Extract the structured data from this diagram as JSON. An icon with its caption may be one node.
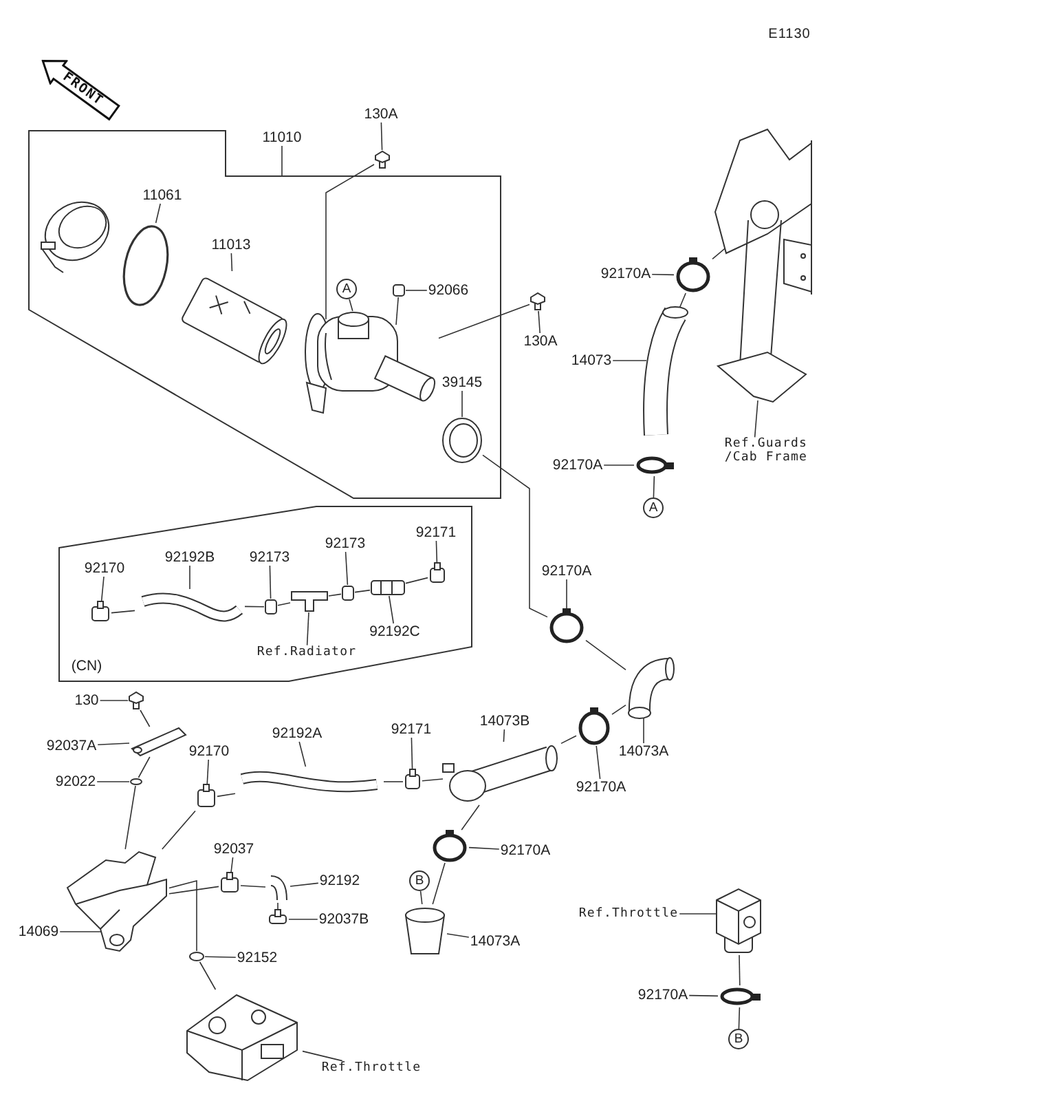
{
  "diagram": {
    "nodes": [
      {
        "text": [],
        "shape": "box"
      },
      {
        "text": [
          "130A"
        ]
      },
      {
        "text": [],
        "shape": "box"
      },
      {
        "text": [
          "11010"
        ]
      },
      {
        "text": [
          "11061"
        ],
        "in": 0
      },
      {
        "text": [],
        "shape": "circle",
        "in": 0
      },
      {
        "text": [
          "11013"
        ],
        "in": 0
      },
      {
        "text": [],
        "shape": "picture",
        "in": 0
      },
      {
        "text": [
          "A"
        ],
        "in": 0
      },
      {
        "text": [],
        "shape": "picture",
        "in": 0
      },
      {
        "text": [
          "92066"
        ],
        "in": 0
      },
      {
        "text": [],
        "shape": "box",
        "in": 0
      },
      {
        "text": [
          "39145"
        ],
        "in": 0
      },
      {
        "text": [],
        "shape": "circle",
        "in": 0
      },
      {
        "text": [
          "130A"
        ]
      },
      {
        "text": [],
        "shape": "box"
      },
      {
        "text": [],
        "shape": "picture"
      },
      {
        "text": [
          "Ref.Guards /Cab Frame"
        ]
      },
      {
        "text": [
          "92170A"
        ]
      },
      {
        "text": [],
        "shape": "circle"
      },
      {
        "text": [
          "14073"
        ]
      },
      {
        "text": [],
        "shape": "picture"
      },
      {
        "text": [
          "92170A"
        ]
      },
      {
        "text": [],
        "shape": "circle"
      },
      {
        "text": [
          "A"
        ]
      },
      {
        "text": [
          "(CN)"
        ]
      },
      {
        "text": [
          "92170"
        ],
        "in": 25
      },
      {
        "text": [],
        "shape": "box",
        "in": 25
      },
      {
        "text": [
          "92192B"
        ],
        "in": 25
      },
      {
        "text": [],
        "shape": "picture",
        "in": 25
      },
      {
        "text": [
          "92173"
        ],
        "in": 25
      },
      {
        "text": [],
        "shape": "box",
        "in": 25
      },
      {
        "text": [
          "92173"
        ],
        "in": 25
      },
      {
        "text": [],
        "shape": "box",
        "in": 25
      },
      {
        "text": [
          "92171"
        ],
        "in": 25
      },
      {
        "text": [],
        "shape": "box",
        "in": 25
      },
      {
        "text": [],
        "shape": "picture",
        "in": 25
      },
      {
        "text": [],
        "shape": "box",
        "in": 25
      },
      {
        "text": [
          "92192C"
        ],
        "in": 25
      },
      {
        "text": [
          "Ref.Radiator"
        ],
        "in": 25
      },
      {
        "text": [
          "92170A"
        ]
      },
      {
        "text": [],
        "shape": "circle"
      },
      {
        "text": [],
        "shape": "picture"
      },
      {
        "text": [
          "14073A"
        ]
      },
      {
        "text": [
          "130"
        ]
      },
      {
        "text": [],
        "shape": "box"
      },
      {
        "text": [
          "92037A"
        ]
      },
      {
        "text": [],
        "shape": "picture"
      },
      {
        "text": [
          "92022"
        ]
      },
      {
        "text": [],
        "shape": "circle"
      },
      {
        "text": [
          "92192A"
        ]
      },
      {
        "text": [],
        "shape": "picture"
      },
      {
        "text": [
          "92171"
        ]
      },
      {
        "text": [],
        "shape": "box"
      },
      {
        "text": [
          "14073B"
        ]
      },
      {
        "text": [],
        "shape": "picture"
      },
      {
        "text": [],
        "shape": "circle"
      },
      {
        "text": [
          "92170A"
        ]
      },
      {
        "text": [
          "92170"
        ]
      },
      {
        "text": [],
        "shape": "box"
      },
      {
        "text": [
          "92037"
        ]
      },
      {
        "text": [],
        "shape": "box"
      },
      {
        "text": [],
        "shape": "picture"
      },
      {
        "text": [
          "92192"
        ]
      },
      {
        "text": [],
        "shape": "box"
      },
      {
        "text": [
          "92037B"
        ]
      },
      {
        "text": [],
        "shape": "picture"
      },
      {
        "text": [
          "14069"
        ]
      },
      {
        "text": [
          "92170A"
        ]
      },
      {
        "text": [],
        "shape": "circle"
      },
      {
        "text": [
          "B"
        ]
      },
      {
        "text": [],
        "shape": "box"
      },
      {
        "text": [
          "14073A"
        ]
      },
      {
        "text": [
          "92152"
        ]
      },
      {
        "text": [],
        "shape": "circle"
      },
      {
        "text": [],
        "shape": "picture"
      },
      {
        "text": [
          "Ref.Throttle"
        ]
      },
      {
        "text": [
          "Ref.Throttle"
        ]
      },
      {
        "text": [],
        "shape": "picture"
      },
      {
        "text": [
          "92170A"
        ]
      },
      {
        "text": [],
        "shape": "circle"
      },
      {
        "text": [
          "B"
        ]
      }
    ],
    "edges": [
      {
        "from": 1,
        "to": 2,
        "arrow": "none"
      },
      {
        "from": 3,
        "to": 0,
        "arrow": "none"
      },
      {
        "from": 4,
        "to": 5,
        "arrow": "none"
      },
      {
        "from": 6,
        "to": 7,
        "arrow": "none"
      },
      {
        "from": 8,
        "to": 9,
        "arrow": "none"
      },
      {
        "from": 10,
        "to": 11,
        "arrow": "none"
      },
      {
        "from": 12,
        "to": 13,
        "arrow": "none"
      },
      {
        "from": 14,
        "to": 15,
        "arrow": "none"
      },
      {
        "from": 17,
        "to": 16,
        "arrow": "none"
      },
      {
        "from": 18,
        "to": 19,
        "arrow": "none"
      },
      {
        "from": 20,
        "to": 21,
        "arrow": "none"
      },
      {
        "from": 22,
        "to": 23,
        "arrow": "none"
      },
      {
        "from": 24,
        "to": 23,
        "arrow": "none"
      },
      {
        "from": 26,
        "to": 27,
        "arrow": "none"
      },
      {
        "from": 28,
        "to": 29,
        "arrow": "none"
      },
      {
        "from": 30,
        "to": 31,
        "arrow": "none"
      },
      {
        "from": 32,
        "to": 33,
        "arrow": "none"
      },
      {
        "from": 34,
        "to": 35,
        "arrow": "none"
      },
      {
        "from": 39,
        "to": 36,
        "arrow": "none"
      },
      {
        "from": 38,
        "to": 37,
        "arrow": "none"
      },
      {
        "from": 40,
        "to": 41,
        "arrow": "none"
      },
      {
        "from": 43,
        "to": 42,
        "arrow": "none"
      },
      {
        "from": 44,
        "to": 45,
        "arrow": "none"
      },
      {
        "from": 46,
        "to": 47,
        "arrow": "none"
      },
      {
        "from": 48,
        "to": 49,
        "arrow": "none"
      },
      {
        "from": 50,
        "to": 51,
        "arrow": "none"
      },
      {
        "from": 52,
        "to": 53,
        "arrow": "none"
      },
      {
        "from": 54,
        "to": 55,
        "arrow": "none"
      },
      {
        "from": 57,
        "to": 56,
        "arrow": "none"
      },
      {
        "from": 58,
        "to": 59,
        "arrow": "none"
      },
      {
        "from": 60,
        "to": 61,
        "arrow": "none"
      },
      {
        "from": 63,
        "to": 62,
        "arrow": "none"
      },
      {
        "from": 65,
        "to": 64,
        "arrow": "none"
      },
      {
        "from": 67,
        "to": 66,
        "arrow": "none"
      },
      {
        "from": 68,
        "to": 69,
        "arrow": "none"
      },
      {
        "from": 70,
        "to": 71,
        "arrow": "none"
      },
      {
        "from": 72,
        "to": 71,
        "arrow": "none"
      },
      {
        "from": 73,
        "to": 74,
        "arrow": "none"
      },
      {
        "from": 76,
        "to": 75,
        "arrow": "none"
      },
      {
        "from": 77,
        "to": 78,
        "arrow": "none"
      },
      {
        "from": 79,
        "to": 80,
        "arrow": "none"
      },
      {
        "from": 81,
        "to": 80,
        "arrow": "none"
      },
      {
        "from": 2,
        "to": 9,
        "arrow": "none"
      },
      {
        "from": 15,
        "to": 9,
        "arrow": "none"
      },
      {
        "from": 11,
        "to": 9,
        "arrow": "none"
      },
      {
        "from": 13,
        "to": 41,
        "arrow": "none"
      },
      {
        "from": 19,
        "to": 16,
        "arrow": "none"
      },
      {
        "from": 19,
        "to": 21,
        "arrow": "none"
      },
      {
        "from": 27,
        "to": 29,
        "arrow": "none"
      },
      {
        "from": 29,
        "to": 31,
        "arrow": "none"
      },
      {
        "from": 31,
        "to": 36,
        "arrow": "none"
      },
      {
        "from": 36,
        "to": 33,
        "arrow": "none"
      },
      {
        "from": 33,
        "to": 37,
        "arrow": "none"
      },
      {
        "from": 37,
        "to": 35,
        "arrow": "none"
      },
      {
        "from": 41,
        "to": 42,
        "arrow": "none"
      },
      {
        "from": 56,
        "to": 42,
        "arrow": "none"
      },
      {
        "from": 55,
        "to": 56,
        "arrow": "none"
      },
      {
        "from": 45,
        "to": 47,
        "arrow": "none"
      },
      {
        "from": 47,
        "to": 49,
        "arrow": "none"
      },
      {
        "from": 49,
        "to": 66,
        "arrow": "none"
      },
      {
        "from": 59,
        "to": 51,
        "arrow": "none"
      },
      {
        "from": 51,
        "to": 53,
        "arrow": "none"
      },
      {
        "from": 53,
        "to": 55,
        "arrow": "none"
      },
      {
        "from": 59,
        "to": 66,
        "arrow": "none"
      },
      {
        "from": 61,
        "to": 66,
        "arrow": "none"
      },
      {
        "from": 61,
        "to": 62,
        "arrow": "none"
      },
      {
        "from": 62,
        "to": 64,
        "arrow": "none"
      },
      {
        "from": 66,
        "to": 74,
        "arrow": "none"
      },
      {
        "from": 74,
        "to": 75,
        "arrow": "none"
      },
      {
        "from": 55,
        "to": 69,
        "arrow": "none"
      },
      {
        "from": 69,
        "to": 71,
        "arrow": "none"
      },
      {
        "from": 78,
        "to": 80,
        "arrow": "none"
      }
    ],
    "labels": [
      "E1130",
      "FRONT"
    ]
  }
}
